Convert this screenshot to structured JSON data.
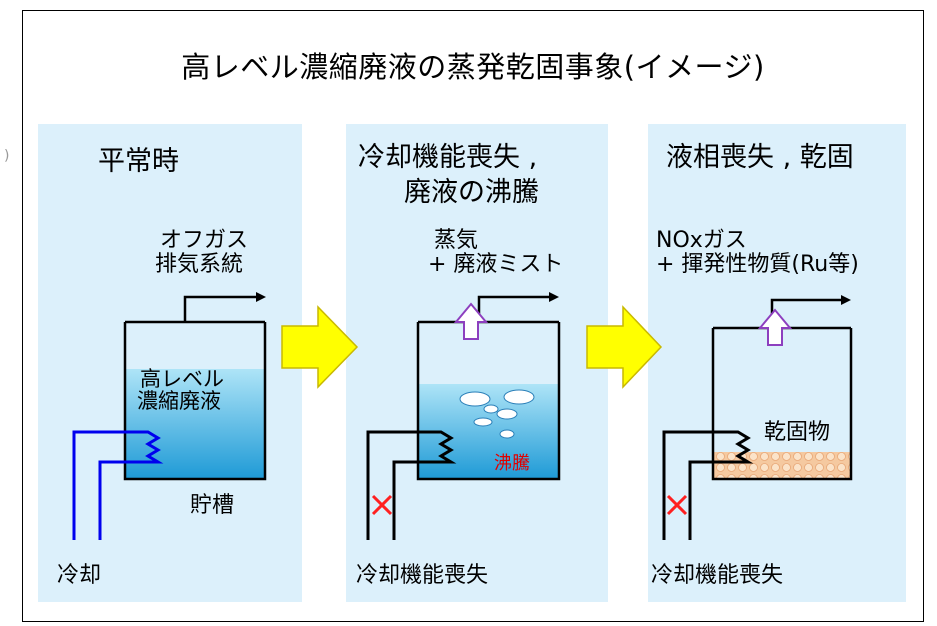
{
  "title": "高レベル濃縮廃液の蒸発乾固事象(イメージ)",
  "edge_mark": ")",
  "panels": [
    {
      "heading": "平常時",
      "gas_label_1": "オフガス",
      "gas_label_2": "排気系統",
      "liquid_label_1": "高レベル",
      "liquid_label_2": "濃縮廃液",
      "tank_label": "貯槽",
      "cooling_label": "冷却"
    },
    {
      "heading_1": "冷却機能喪失 ,",
      "heading_2": "廃液の沸騰",
      "gas_label_1": "蒸気",
      "gas_label_2": "+ 廃液ミスト",
      "boil_label": "沸騰",
      "cooling_label": "冷却機能喪失"
    },
    {
      "heading": "液相喪失 , 乾固",
      "gas_label_1": "NOxガス",
      "gas_label_2": "+ 揮発性物質(Ru等)",
      "solid_label": "乾固物",
      "cooling_label": "冷却機能喪失"
    }
  ],
  "colors": {
    "panel_bg": "#dcf0fb",
    "liquid_top": "#aee4f7",
    "liquid_bottom": "#1e9ad6",
    "cooling_pipe_active": "#0000ee",
    "cooling_pipe_failed": "#000000",
    "failure_mark": "#ff2020",
    "flow_arrow": "#ffff00",
    "vapor_arrow": "#8d3fbf",
    "residue": "#f5c9a0",
    "boil_text": "#e00000"
  },
  "icons": {
    "flow_arrow": "right-arrow-icon",
    "vapor": "up-arrow-icon",
    "failure": "x-mark-icon"
  }
}
